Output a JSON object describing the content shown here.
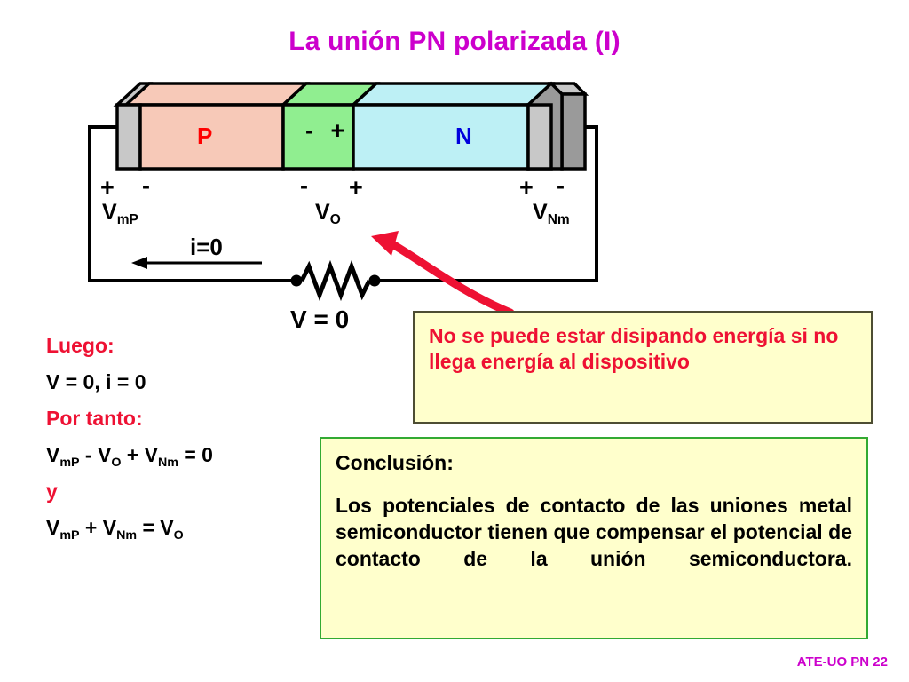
{
  "slide": {
    "title": "La unión PN polarizada (I)",
    "footer": "ATE-UO PN 22"
  },
  "diagram": {
    "region_p_label": "P",
    "region_n_label": "N",
    "depletion_label": "- +",
    "voltages": [
      {
        "name": "V_mP",
        "base": "V",
        "sub": "mP",
        "left_sign": "+",
        "right_sign": "-"
      },
      {
        "name": "V_O",
        "base": "V",
        "sub": "O",
        "left_sign": "-",
        "right_sign": "+"
      },
      {
        "name": "V_Nm",
        "base": "V",
        "sub": "Nm",
        "left_sign": "+",
        "right_sign": "-"
      }
    ],
    "current_label": "i=0",
    "resistor_label": "V = 0",
    "colors": {
      "p_region": "#f7c9b8",
      "n_region": "#bdf0f5",
      "depletion": "#90ee90",
      "metal_face": "#c8c8c8",
      "metal_side": "#9a9a9a",
      "p_text": "#ff0000",
      "n_text": "#0000dd",
      "arrow": "#ee1133",
      "outline": "#000000"
    }
  },
  "equations": [
    {
      "kind": "heading",
      "text": "Luego:"
    },
    {
      "kind": "expr",
      "text": "V = 0,   i = 0"
    },
    {
      "kind": "heading",
      "text": "Por tanto:"
    },
    {
      "kind": "expr",
      "html": true,
      "text": "VmP - VO + VNm = 0"
    },
    {
      "kind": "heading",
      "text": "y"
    },
    {
      "kind": "expr",
      "html": true,
      "text": "VmP + VNm = VO"
    }
  ],
  "callouts": {
    "energy": {
      "text": "No se puede estar disipando energía si no llega energía al dispositivo",
      "text_color": "#ee1133",
      "background": "#ffffcc",
      "border_color": "#4d4d33"
    },
    "conclusion": {
      "title": "Conclusión:",
      "body": "Los potenciales de contacto de las uniones metal semiconductor tienen que compensar el potencial de contacto de la unión semiconductora.",
      "text_color": "#000000",
      "background": "#ffffcc",
      "border_color": "#33aa33"
    }
  }
}
